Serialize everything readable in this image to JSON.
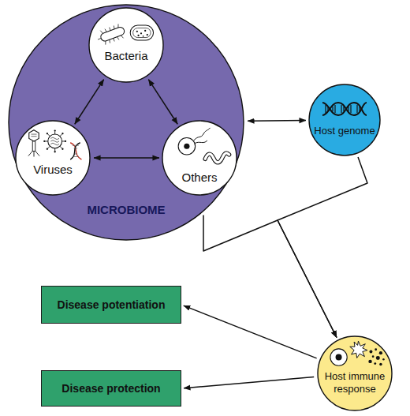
{
  "diagram": {
    "nodes": [
      {
        "text": [
          "MICROBIOME"
        ]
      },
      {
        "text": [
          "Bacteria"
        ],
        "in": 0
      },
      {
        "text": [
          "Viruses"
        ],
        "in": 0
      },
      {
        "text": [
          "Others"
        ],
        "in": 0
      },
      {
        "text": [
          "Host genome"
        ]
      },
      {
        "text": [
          "Disease potentiation"
        ]
      },
      {
        "text": [
          "Host immune response"
        ]
      },
      {
        "text": [
          "Disease protection"
        ]
      }
    ],
    "edges": [
      {
        "from": 1,
        "to": 2,
        "arrow": "both"
      },
      {
        "from": 1,
        "to": 3,
        "arrow": "both"
      },
      {
        "from": 2,
        "to": 3,
        "arrow": "both"
      },
      {
        "from": 0,
        "to": 4,
        "arrow": "both"
      },
      {
        "from": 0,
        "to": 6,
        "arrow": "to"
      },
      {
        "from": 4,
        "to": 6,
        "arrow": "to"
      },
      {
        "from": 6,
        "to": 5,
        "arrow": "to"
      },
      {
        "from": 6,
        "to": 7,
        "arrow": "to"
      }
    ]
  }
}
